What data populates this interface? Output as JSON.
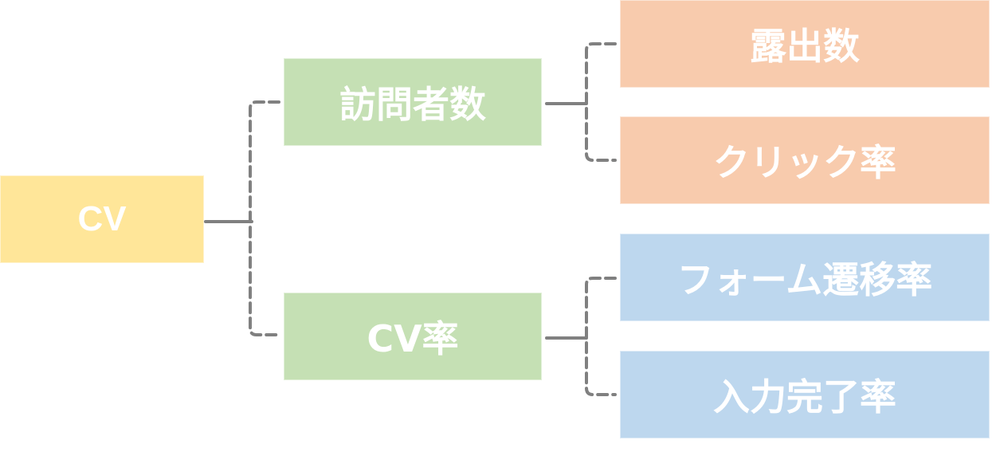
{
  "root": {
    "label": "CV",
    "color": "#ffe699"
  },
  "level1": [
    {
      "label": "訪問者数",
      "color": "#c5e0b4"
    },
    {
      "label": "CV率",
      "color": "#c5e0b4"
    }
  ],
  "level2": [
    {
      "label": "露出数",
      "parent": "訪問者数",
      "color": "#f8cbad"
    },
    {
      "label": "クリック率",
      "parent": "訪問者数",
      "color": "#f8cbad"
    },
    {
      "label": "フォーム遷移率",
      "parent": "CV率",
      "color": "#bdd7ee"
    },
    {
      "label": "入力完了率",
      "parent": "CV率",
      "color": "#bdd7ee"
    }
  ],
  "connector_color": "#808080"
}
